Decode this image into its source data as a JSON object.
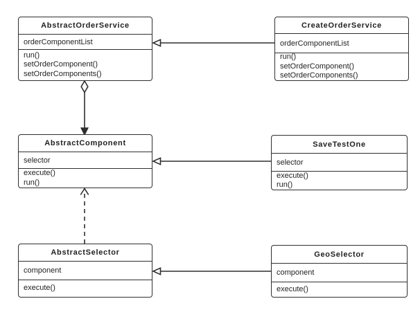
{
  "diagram": {
    "type": "uml-class-diagram",
    "background_color": "#ffffff",
    "line_color": "#2e2e2e",
    "text_color": "#1f1f1f"
  },
  "classes": [
    {
      "name": "AbstractOrderService",
      "attributes": [
        "orderComponentList"
      ],
      "methods": [
        "run()",
        "setOrderComponent()",
        "setOrderComponents()"
      ]
    },
    {
      "name": "CreateOrderService",
      "attributes": [
        "orderComponentList"
      ],
      "methods": [
        "run()",
        "setOrderComponent()",
        "setOrderComponents()"
      ]
    },
    {
      "name": "AbstractComponent",
      "attributes": [
        "selector"
      ],
      "methods": [
        "execute()",
        "run()"
      ]
    },
    {
      "name": "SaveTestOne",
      "attributes": [
        "selector"
      ],
      "methods": [
        "execute()",
        "run()"
      ]
    },
    {
      "name": "AbstractSelector",
      "attributes": [
        "component"
      ],
      "methods": [
        "execute()"
      ]
    },
    {
      "name": "GeoSelector",
      "attributes": [
        "component"
      ],
      "methods": [
        "execute()"
      ]
    }
  ],
  "relationships": [
    {
      "from": "CreateOrderService",
      "to": "AbstractOrderService",
      "type": "generalization",
      "line": "solid",
      "arrowhead": "hollow-triangle"
    },
    {
      "from": "SaveTestOne",
      "to": "AbstractComponent",
      "type": "generalization",
      "line": "solid",
      "arrowhead": "hollow-triangle"
    },
    {
      "from": "GeoSelector",
      "to": "AbstractSelector",
      "type": "generalization",
      "line": "solid",
      "arrowhead": "hollow-triangle"
    },
    {
      "from": "AbstractOrderService",
      "to": "AbstractComponent",
      "type": "aggregation",
      "line": "solid",
      "arrowhead": "filled-arrow",
      "tail": "hollow-diamond"
    },
    {
      "from": "AbstractSelector",
      "to": "AbstractComponent",
      "type": "dependency",
      "line": "dashed",
      "arrowhead": "open-arrow"
    }
  ]
}
